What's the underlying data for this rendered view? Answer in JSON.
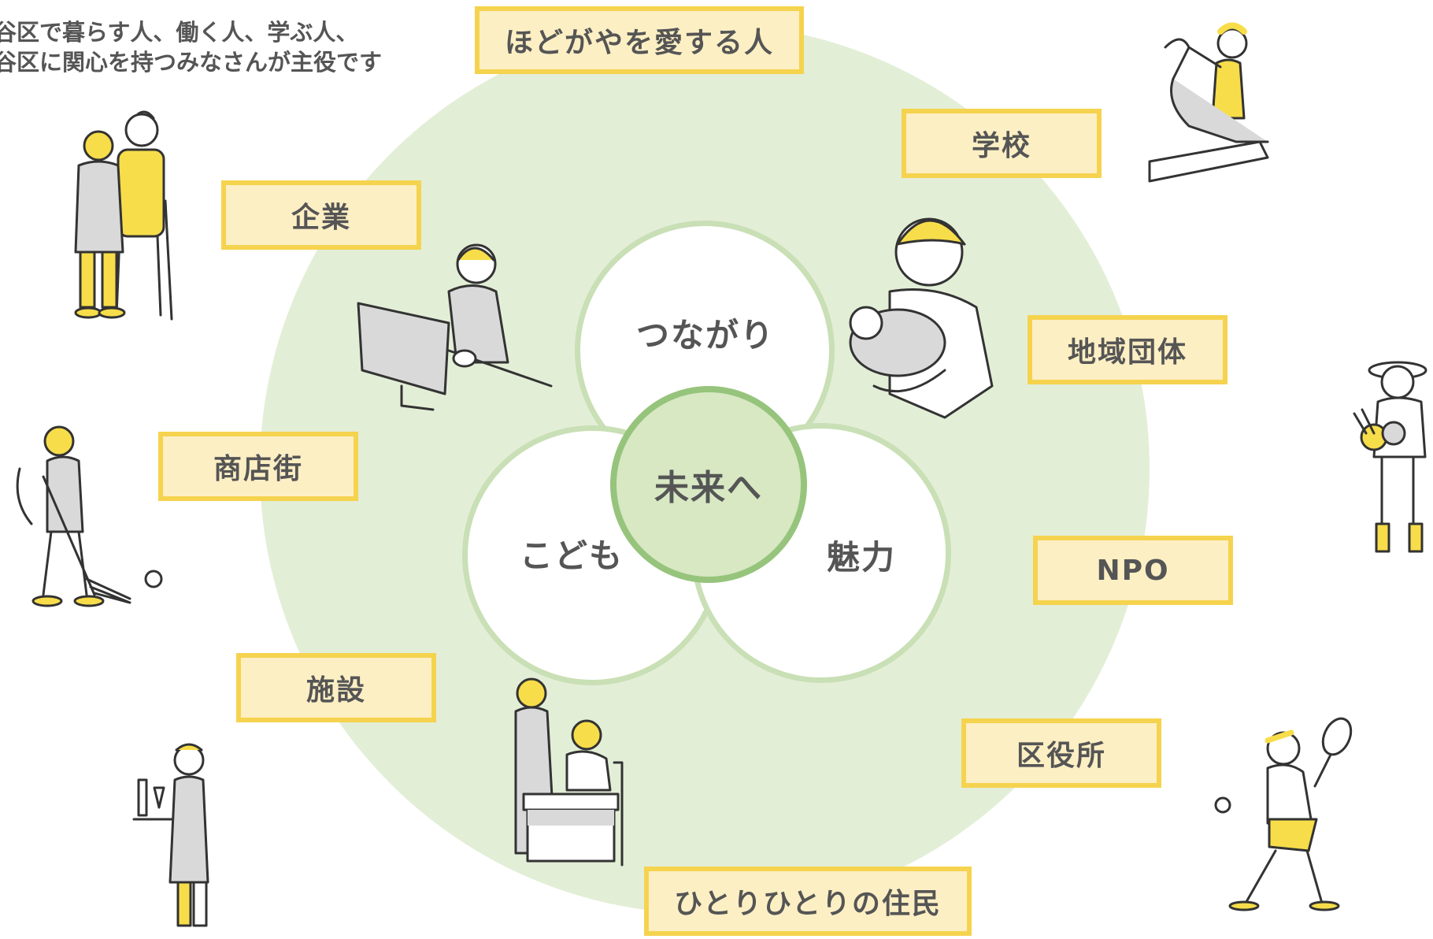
{
  "intro": {
    "line1": "谷区で暮らす人、働く人、学ぶ人、",
    "line2": "谷区に関心を持つみなさんが主役です"
  },
  "circles": {
    "top": "つながり",
    "left": "こども",
    "right": "魅力",
    "center": "未来へ"
  },
  "tags": {
    "hodogaya_lovers": "ほどがやを愛する人",
    "school": "学校",
    "company": "企業",
    "community_groups": "地域団体",
    "shopping_street": "商店街",
    "npo": "NPO",
    "facilities": "施設",
    "ward_office": "区役所",
    "residents": "ひとりひとりの住民"
  },
  "colors": {
    "outer_circle": "#e3eed7",
    "ring_border": "#c9dfb5",
    "center_border": "#96c47c",
    "tag_fill": "#fdefc4",
    "tag_border": "#f5d34e",
    "text": "#555555",
    "accent_yellow": "#f7dd4a",
    "illustration_gray": "#d9d9d9"
  },
  "illustrations": [
    "elderly-couple-icon",
    "yoga-woman-icon",
    "office-worker-icon",
    "father-baby-icon",
    "farmer-vegetables-icon",
    "sweeping-man-icon",
    "teacher-student-icon",
    "waiter-icon",
    "tennis-player-icon"
  ]
}
